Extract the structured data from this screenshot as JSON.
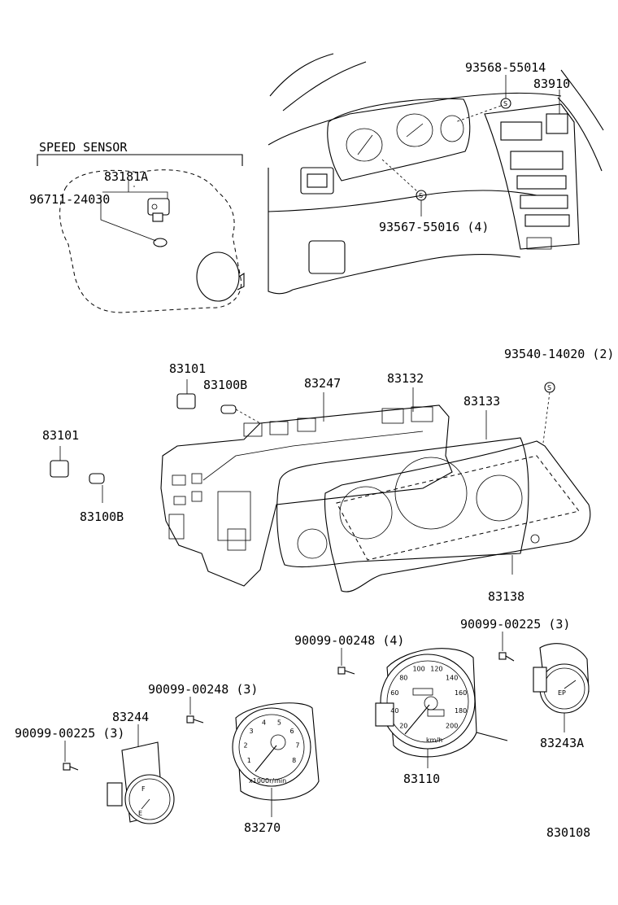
{
  "diagram": {
    "page_code": "830108",
    "speed_sensor": {
      "title": "SPEED SENSOR",
      "part_sensor": "83181A",
      "part_gasket": "96711-24030"
    },
    "dash": {
      "screw_top": "93568-55014",
      "panel": "83910",
      "screw_lower": "93567-55016 (4)"
    },
    "cluster": {
      "screw_right": "93540-14020 (2)",
      "socket_upper": "83101",
      "bulb_upper": "83100B",
      "case": "83247",
      "circuit_plate": "83132",
      "face_plate": "83133",
      "socket_left": "83101",
      "bulb_left": "83100B",
      "glass": "83138"
    },
    "gauges": {
      "screw_fuel": "90099-00225 (3)",
      "fuel_gauge": "83244",
      "screw_tach": "90099-00248 (3)",
      "tachometer": "83270",
      "screw_speedo": "90099-00248 (4)",
      "speedometer": "83110",
      "screw_temp": "90099-00225 (3)",
      "temp_gauge": "83243A"
    },
    "dial_text": {
      "tach_unit": "x1000r/min",
      "speedo_unit": "km/h",
      "fuel_f": "F",
      "fuel_e": "E",
      "temp_mark": "EP"
    },
    "tach_ticks": [
      "1",
      "2",
      "3",
      "4",
      "5",
      "6",
      "7",
      "8"
    ],
    "speedo_ticks": [
      "20",
      "40",
      "60",
      "80",
      "100",
      "120",
      "140",
      "160",
      "180",
      "200"
    ]
  }
}
